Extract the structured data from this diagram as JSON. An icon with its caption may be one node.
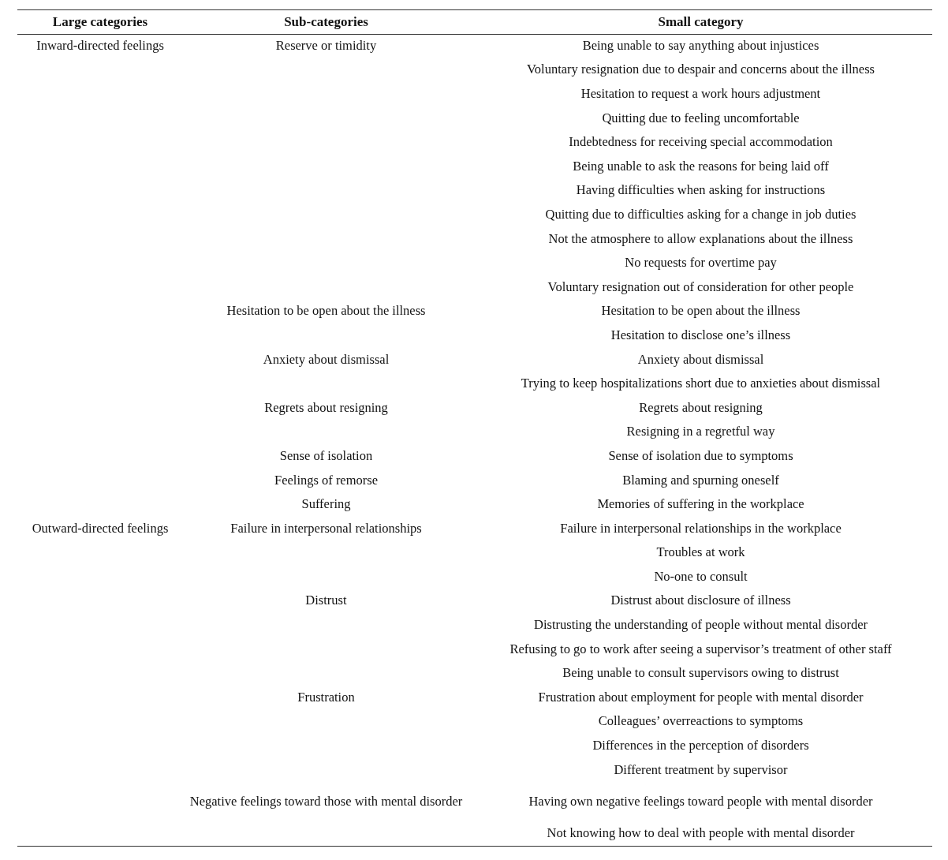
{
  "diagram": {
    "labels": [
      "Large categories",
      "Sub-categories",
      "Small category",
      "Inward-directed feelings",
      "Reserve or timidity",
      "Being unable to say anything about injustices",
      "Voluntary resignation due to despair and concerns about the illness",
      "Hesitation to request a work hours adjustment",
      "Quitting due to feeling uncomfortable",
      "Indebtedness for receiving special accommodation",
      "Being unable to ask the reasons for being laid off",
      "Having difficulties when asking for instructions",
      "Quitting due to difficulties asking for a change in job duties",
      "Not the atmosphere to allow explanations about the illness",
      "No requests for overtime pay",
      "Voluntary resignation out of consideration for other people",
      "Hesitation to be open about the illness",
      "Hesitation to be open about the illness",
      "Hesitation to disclose one’s illness",
      "Anxiety about dismissal",
      "Anxiety about dismissal",
      "Trying to keep hospitalizations short due to anxieties about dismissal",
      "Regrets about resigning",
      "Regrets about resigning",
      "Resigning in a regretful way",
      "Sense of isolation",
      "Sense of isolation due to symptoms",
      "Feelings of remorse",
      "Blaming and spurning oneself",
      "Suffering",
      "Memories of suffering in the workplace",
      "Outward-directed feelings",
      "Failure in interpersonal relationships",
      "Failure in interpersonal relationships in the workplace",
      "Troubles at work",
      "No-one to consult",
      "Distrust",
      "Distrust about disclosure of illness",
      "Distrusting the understanding of people without mental disorder",
      "Refusing to go to work after seeing a supervisor’s treatment of other staff",
      "Being unable to consult supervisors owing to distrust",
      "Frustration",
      "Frustration about employment for people with mental disorder",
      "Colleagues’ overreactions to symptoms",
      "Differences in the perception of disorders",
      "Different treatment by supervisor",
      "Negative feelings toward those with mental disorder",
      "Having own negative feelings toward people with mental disorder",
      "Not knowing how to deal with people with mental disorder"
    ]
  }
}
